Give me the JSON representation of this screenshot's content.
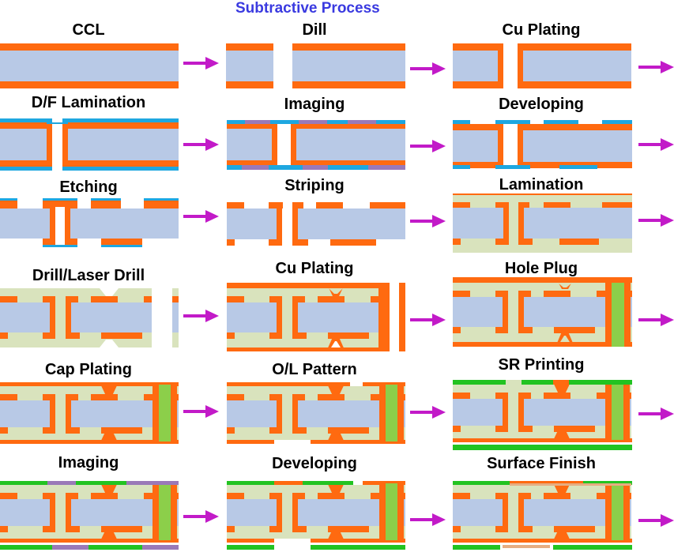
{
  "title": "Subtractive Process",
  "colors": {
    "title": "#3a3ae0",
    "copper": "#ff6a10",
    "core": "#b8c9e6",
    "prepreg": "#d9e3bd",
    "dryfilm": "#1ea7e0",
    "exposed": "#9a79b8",
    "plug": "#8ccf4a",
    "soldermask": "#22c321",
    "finish": "#e6ad82",
    "arrow": "#c21ac8"
  },
  "steps": [
    {
      "label": "CCL"
    },
    {
      "label": "Dill"
    },
    {
      "label": "Cu Plating"
    },
    {
      "label": "D/F Lamination"
    },
    {
      "label": "Imaging"
    },
    {
      "label": "Developing"
    },
    {
      "label": "Etching"
    },
    {
      "label": "Striping"
    },
    {
      "label": "Lamination"
    },
    {
      "label": "Drill/Laser Drill"
    },
    {
      "label": "Cu Plating"
    },
    {
      "label": "Hole Plug"
    },
    {
      "label": "Cap Plating"
    },
    {
      "label": "O/L Pattern"
    },
    {
      "label": "SR Printing"
    },
    {
      "label": "Imaging"
    },
    {
      "label": "Developing"
    },
    {
      "label": "Surface Finish"
    }
  ]
}
